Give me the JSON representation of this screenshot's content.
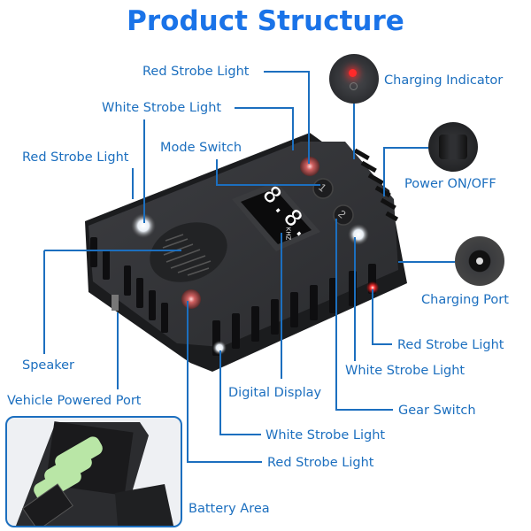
{
  "title": "Product Structure",
  "colors": {
    "title": "#1a73e8",
    "label": "#1c6fbf",
    "leader_line": "#1c6fbf",
    "device_body": "#2a2b2e",
    "display_digits": "#ffffff",
    "red_led": "#ff3b3b",
    "battery_cells": "#b9e6a6"
  },
  "labels": {
    "red_strobe_top": "Red Strobe Light",
    "white_strobe_top": "White Strobe Light",
    "red_strobe_left": "Red Strobe Light",
    "mode_switch": "Mode Switch",
    "charging_indicator": "Charging Indicator",
    "power_on_off": "Power ON/OFF",
    "charging_port": "Charging Port",
    "red_strobe_right": "Red Strobe Light",
    "white_strobe_right": "White Strobe Light",
    "gear_switch": "Gear Switch",
    "speaker": "Speaker",
    "vehicle_powered_port": "Vehicle Powered Port",
    "digital_display": "Digital Display",
    "white_strobe_bottom": "White Strobe Light",
    "red_strobe_bottom": "Red Strobe Light",
    "battery_area": "Battery Area"
  },
  "display": {
    "digits": "8.8.",
    "unit": "KHZ"
  },
  "icons": {
    "mode_switch_button": "1",
    "gear_switch_button": "2"
  }
}
